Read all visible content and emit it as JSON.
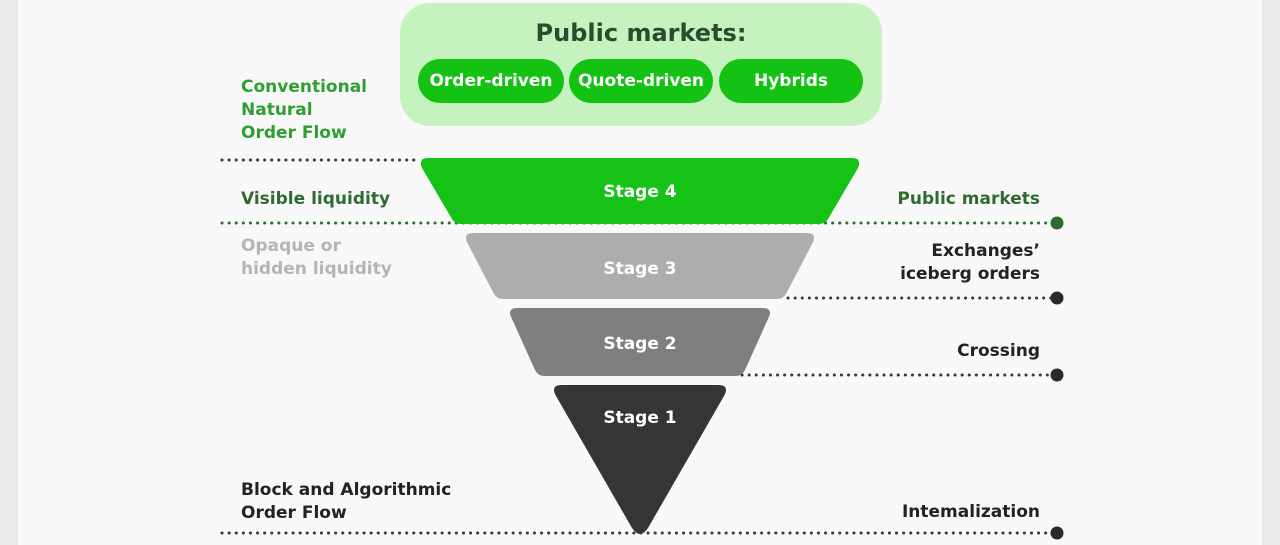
{
  "header": {
    "title": "Public markets:",
    "pills": [
      "Order-driven",
      "Quote-driven",
      "Hybrids"
    ]
  },
  "left_labels": {
    "conventional": [
      "Conventional",
      "Natural",
      "Order Flow"
    ],
    "visible": "Visible liquidity",
    "opaque": [
      "Opaque or",
      "hidden liquidity"
    ],
    "block": [
      "Block and Algorithmic",
      "Order Flow"
    ]
  },
  "stages": [
    {
      "label": "Stage 4",
      "color": "#16c216"
    },
    {
      "label": "Stage 3",
      "color": "#adadad"
    },
    {
      "label": "Stage 2",
      "color": "#7f7f7f"
    },
    {
      "label": "Stage 1",
      "color": "#353535"
    }
  ],
  "right_labels": {
    "public": "Public markets",
    "iceberg": [
      "Exchanges’",
      "iceberg orders"
    ],
    "crossing": "Crossing",
    "internal": "Intemalization"
  },
  "colors": {
    "accent_green": "#16c216",
    "light_green": "#c5f2bf",
    "dot_green": "#2f6b2f",
    "dot_dark": "#2a2a2a"
  }
}
